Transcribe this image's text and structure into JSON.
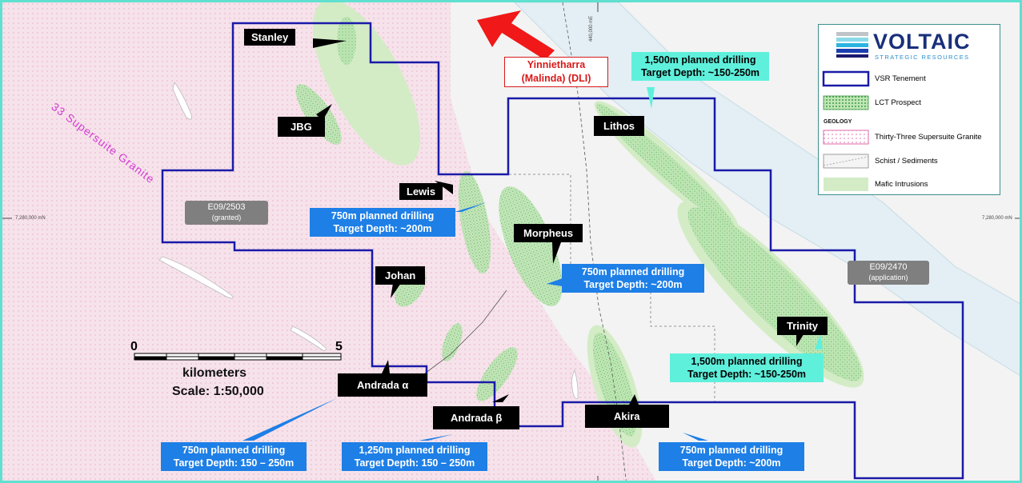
{
  "map": {
    "labels": {
      "granite_region": "33 Supersuite Granite",
      "neighbour": {
        "line1": "Yinnietharra",
        "line2": "(Malinda) (DLI)"
      },
      "grid_left": "7,280,000 mN",
      "grid_right": "7,280,000 mN",
      "grid_top": "440,000 mE"
    },
    "tenements": [
      {
        "id": "E09/2503",
        "status": "(granted)"
      },
      {
        "id": "E09/2470",
        "status": "(application)"
      }
    ],
    "prospects": [
      "Stanley",
      "JBG",
      "Lithos",
      "Lewis",
      "Morpheus",
      "Johan",
      "Trinity",
      "Andrada α",
      "Andrada β",
      "Akira"
    ],
    "drilling": [
      {
        "line1": "1,500m planned drilling",
        "line2": "Target Depth: ~150-250m"
      },
      {
        "line1": "750m planned drilling",
        "line2": "Target Depth: ~200m"
      },
      {
        "line1": "750m planned drilling",
        "line2": "Target Depth: ~200m"
      },
      {
        "line1": "1,500m planned drilling",
        "line2": "Target Depth: ~150-250m"
      },
      {
        "line1": "750m planned drilling",
        "line2": "Target Depth: 150 – 250m"
      },
      {
        "line1": "1,250m planned drilling",
        "line2": "Target Depth: 150 – 250m"
      },
      {
        "line1": "750m planned drilling",
        "line2": "Target Depth: ~200m"
      }
    ],
    "scale": {
      "zero": "0",
      "five": "5",
      "unit": "kilometers",
      "ratio": "Scale: 1:50,000"
    }
  },
  "legend": {
    "brand": "VOLTAIC",
    "brand_sub": "STRATEGIC RESOURCES",
    "items": [
      {
        "label": "VSR Tenement"
      },
      {
        "label": "LCT Prospect"
      }
    ],
    "geology_title": "GEOLOGY",
    "geology_items": [
      {
        "label": "Thirty-Three Supersuite Granite"
      },
      {
        "label": "Schist / Sediments"
      },
      {
        "label": "Mafic Intrusions"
      }
    ]
  },
  "colors": {
    "frame": "#5fe0d0",
    "tenement": "#1a1aa8",
    "granite": "#f5dde8",
    "drilling_blue": "#1e7fe6",
    "drilling_teal": "#5ff0dc",
    "neighbour_red": "#d81a1a"
  }
}
